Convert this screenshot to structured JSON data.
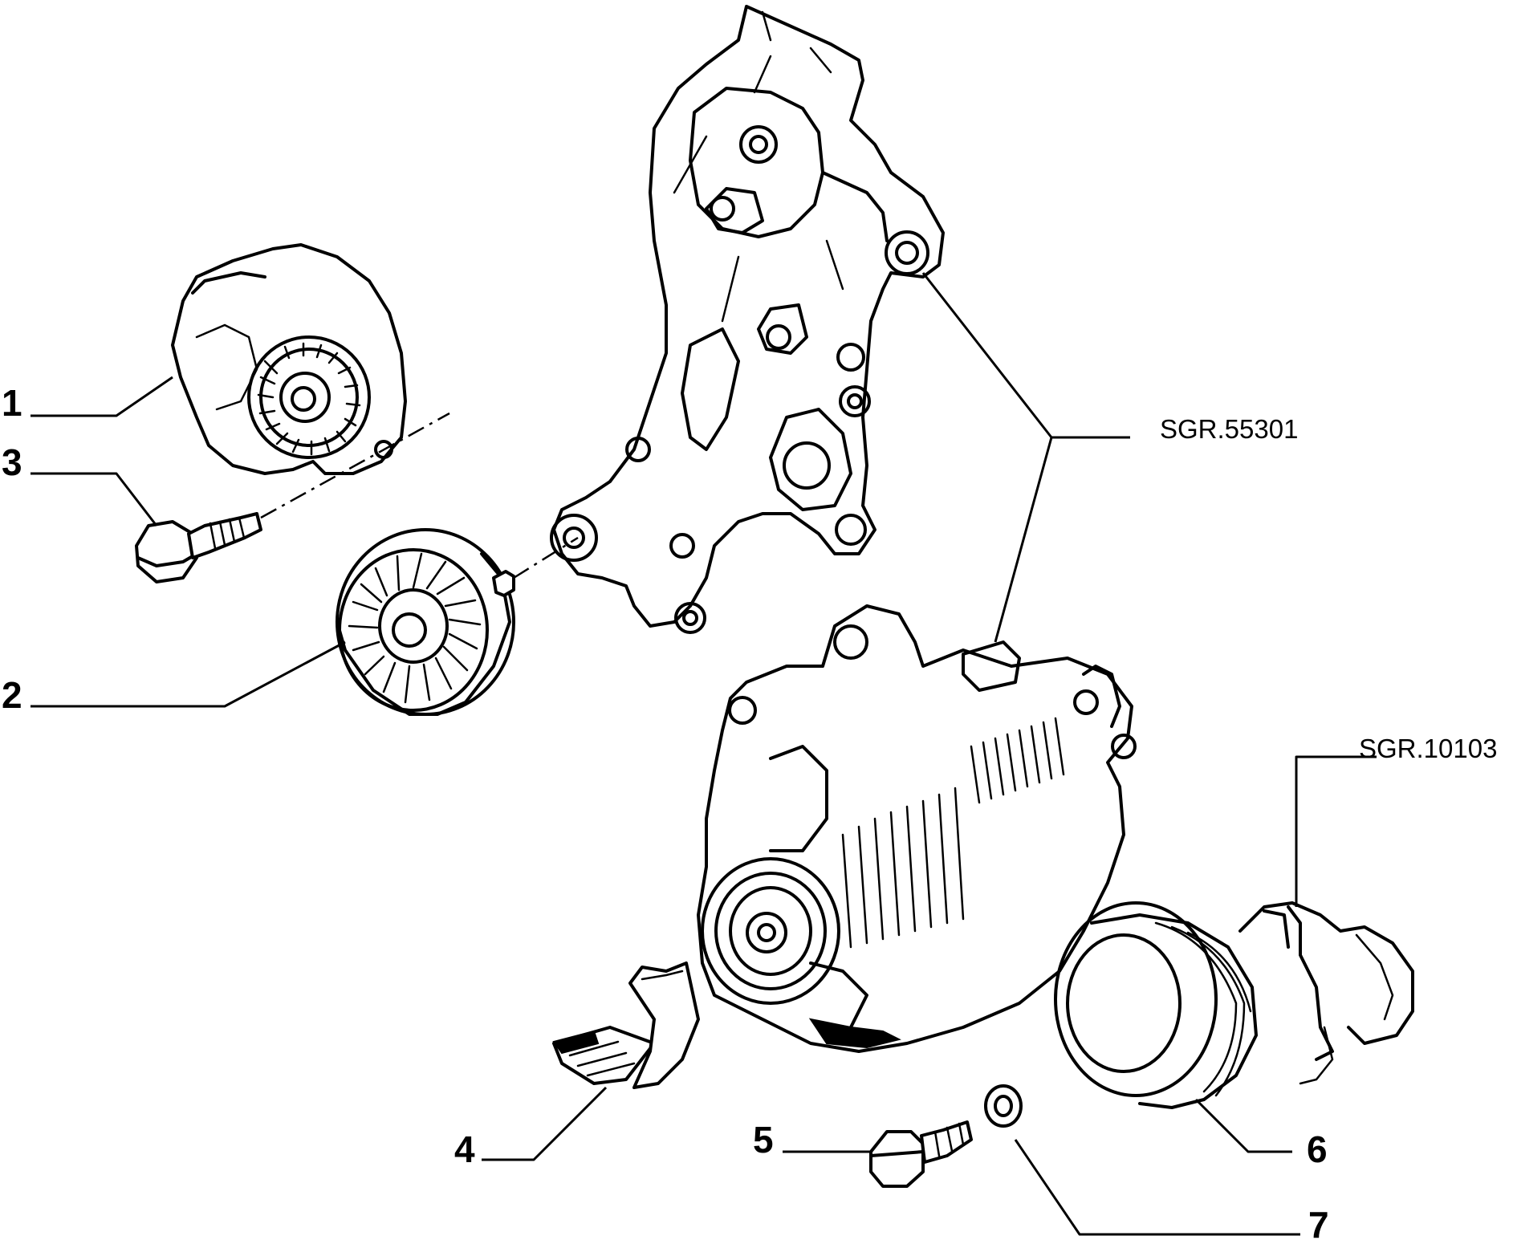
{
  "labels": {
    "n1": "1",
    "n2": "2",
    "n3": "3",
    "n4": "4",
    "n5": "5",
    "n6": "6",
    "n7": "7"
  },
  "references": {
    "bracket_ref": "SGR.55301",
    "pulley_ref": "SGR.10103"
  }
}
